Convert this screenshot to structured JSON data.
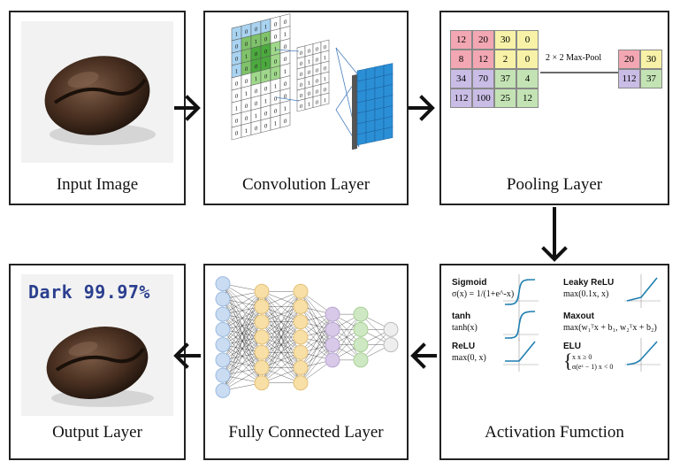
{
  "panels": {
    "input": {
      "caption": "Input Image"
    },
    "conv": {
      "caption": "Convolution Layer"
    },
    "pool": {
      "caption": "Pooling Layer"
    },
    "activation": {
      "caption": "Activation Fumction"
    },
    "fc": {
      "caption": "Fully Connected Layer"
    },
    "output": {
      "caption": "Output Layer"
    }
  },
  "pooling": {
    "input_grid": [
      [
        "12",
        "20",
        "30",
        "0"
      ],
      [
        "8",
        "12",
        "2",
        "0"
      ],
      [
        "34",
        "70",
        "37",
        "4"
      ],
      [
        "112",
        "100",
        "25",
        "12"
      ]
    ],
    "output_grid": [
      [
        "20",
        "30"
      ],
      [
        "112",
        "37"
      ]
    ],
    "op_label": "2 × 2 Max-Pool",
    "colors": {
      "red": "#f2a7b3",
      "yellow": "#f7f2a8",
      "purple": "#c9bde6",
      "green": "#c3e3b4"
    }
  },
  "activations": [
    {
      "name": "Sigmoid",
      "formula": "σ(x) = 1/(1+e^-x)",
      "kind": "sigmoid"
    },
    {
      "name": "Leaky ReLU",
      "formula": "max(0.1x, x)",
      "kind": "leaky"
    },
    {
      "name": "tanh",
      "formula": "tanh(x)",
      "kind": "tanh"
    },
    {
      "name": "Maxout",
      "formula": "max(w₁ᵀx + b₁, w₂ᵀx + b₂)",
      "kind": "none"
    },
    {
      "name": "ReLU",
      "formula": "max(0, x)",
      "kind": "relu"
    },
    {
      "name": "ELU",
      "formula_line1": "x        x ≥ 0",
      "formula_line2": "α(eˣ − 1)  x < 0",
      "kind": "elu"
    }
  ],
  "output": {
    "prediction": "Dark 99.97%"
  },
  "colors": {
    "conv_blue": "#2b8fd6",
    "conv_green": "#4caa3e",
    "nn_blue": "#c9dcf2",
    "nn_orange": "#f8dfa6",
    "nn_purple": "#d9c9e8",
    "nn_green": "#cfe8c4",
    "nn_gray": "#eeeeee"
  }
}
